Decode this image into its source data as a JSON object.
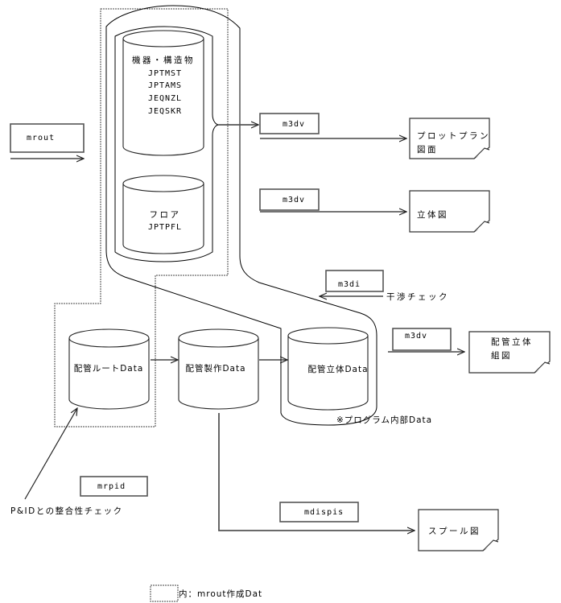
{
  "diagram": {
    "tools": {
      "mrout": "mrout",
      "m3dv_plot": "m3dv",
      "m3dv_3d": "m3dv",
      "m3di": "m3di",
      "m3dv_assembly": "m3dv",
      "mrpid": "mrpid",
      "mdispis": "mdispis"
    },
    "databases": {
      "equipment": {
        "title": "機器・構造物",
        "items": [
          "JPTMST",
          "JPTAMS",
          "JEQNZL",
          "JEQSKR"
        ]
      },
      "floor": {
        "title": "フロア",
        "items": [
          "JPTPFL"
        ]
      },
      "pipe_route": "配管ルートData",
      "pipe_fabrication": "配管製作Data",
      "pipe_3d": "配管立体Data"
    },
    "documents": {
      "plot_plan": [
        "プロットプラン",
        "図面"
      ],
      "three_d_view": [
        "立体図"
      ],
      "pipe_assembly": [
        "配管立体",
        "組図"
      ],
      "spool": [
        "スプール図"
      ]
    },
    "annotations": {
      "interference_check": "干渉チェック",
      "program_internal": "※プログラム内部Data",
      "pid_consistency_check": "P&IDとの整合性チェック"
    },
    "legend": {
      "dashed_box_label": "内：mrout作成Dat"
    }
  }
}
